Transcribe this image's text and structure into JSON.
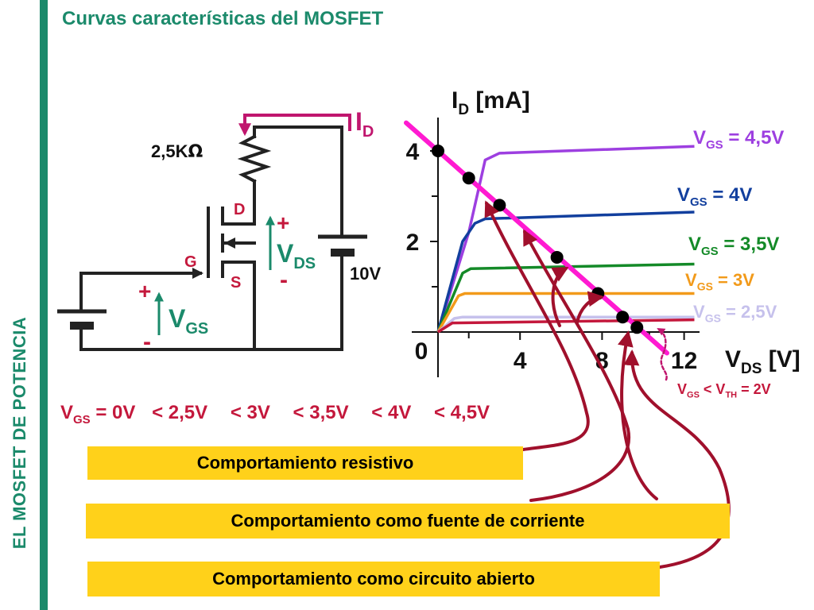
{
  "page": {
    "title": "Curvas características del MOSFET",
    "side_label": "EL MOSFET  DE POTENCIA"
  },
  "circuit": {
    "resistor": {
      "text": "2,5K",
      "unit": "Ω"
    },
    "drain_current": {
      "main": "I",
      "sub": "D"
    },
    "drain": "D",
    "gate": "G",
    "source": "S",
    "vds": {
      "plus": "+",
      "main": "V",
      "sub": "DS",
      "minus": "-"
    },
    "vgs": {
      "plus": "+",
      "main": "V",
      "sub": "GS",
      "minus": "-"
    },
    "battery": "10V"
  },
  "chart_data": {
    "type": "line",
    "ylabel": {
      "main": "I",
      "sub": "D",
      "unit": " [mA]"
    },
    "xlabel": {
      "main": "V",
      "sub": "DS",
      "unit": " [V]"
    },
    "origin_label": "0",
    "x_ticks": [
      4,
      8,
      12
    ],
    "x_tick_labels": [
      "4",
      "8",
      "12"
    ],
    "y_ticks": [
      2,
      4
    ],
    "y_tick_labels": [
      "2",
      "4"
    ],
    "xlim": [
      0,
      12
    ],
    "ylim": [
      0,
      4.8
    ],
    "series": [
      {
        "name": "VGS = 4,5V",
        "label": {
          "main": "V",
          "sub": "GS",
          "rest": " = 4,5V"
        },
        "color": "#9d3fe0",
        "x": [
          0,
          1.5,
          2.3,
          3.0,
          12.5
        ],
        "y": [
          0,
          2.2,
          3.8,
          3.95,
          4.1
        ]
      },
      {
        "name": "VGS = 4V",
        "label": {
          "main": "V",
          "sub": "GS",
          "rest": " = 4V"
        },
        "color": "#123f9e",
        "x": [
          0,
          1.2,
          1.8,
          2.3,
          12.5
        ],
        "y": [
          0,
          2.0,
          2.4,
          2.5,
          2.65
        ]
      },
      {
        "name": "VGS = 3,5V",
        "label": {
          "main": "V",
          "sub": "GS",
          "rest": " = 3,5V"
        },
        "color": "#148a28",
        "x": [
          0,
          1.2,
          1.6,
          12.5
        ],
        "y": [
          0,
          1.3,
          1.4,
          1.5
        ]
      },
      {
        "name": "VGS = 3V",
        "label": {
          "main": "V",
          "sub": "GS",
          "rest": " = 3V"
        },
        "color": "#f29a1a",
        "x": [
          0,
          1.0,
          1.3,
          12.5
        ],
        "y": [
          0,
          0.8,
          0.85,
          0.85
        ]
      },
      {
        "name": "VGS = 2,5V",
        "label": {
          "main": "V",
          "sub": "GS",
          "rest": " = 2,5V"
        },
        "color": "#c6c1ec",
        "x": [
          0,
          0.8,
          1.2,
          12.5
        ],
        "y": [
          0,
          0.3,
          0.33,
          0.33
        ]
      },
      {
        "name": "VGS < VTH = 2V",
        "label": {
          "main": "V",
          "sub": "GS",
          "rest": " < V",
          "sub2": "TH",
          "rest2": " = 2V"
        },
        "color": "#c4183c",
        "x": [
          0,
          0.7,
          12.5
        ],
        "y": [
          0,
          0.2,
          0.27
        ]
      }
    ],
    "load_line": {
      "color": "#ff1ad1",
      "x": [
        0,
        10
      ],
      "y": [
        4,
        0
      ]
    },
    "operating_points": [
      {
        "x": 0,
        "y": 4
      },
      {
        "x": 1.5,
        "y": 3.4
      },
      {
        "x": 3.0,
        "y": 2.8
      },
      {
        "x": 5.8,
        "y": 1.65
      },
      {
        "x": 7.8,
        "y": 0.85
      },
      {
        "x": 9.0,
        "y": 0.33
      },
      {
        "x": 9.7,
        "y": 0.1
      }
    ]
  },
  "inequality": {
    "first": {
      "main": "V",
      "sub": "GS",
      "rest": " = 0V"
    },
    "items": [
      "< 2,5V",
      "< 3V",
      "< 3,5V",
      "< 4V",
      "< 4,5V"
    ]
  },
  "boxes": {
    "resistive": "Comportamiento resistivo",
    "current_source": "Comportamiento como fuente de corriente",
    "open_circuit": "Comportamiento como circuito abierto"
  },
  "colors": {
    "accent_green": "#1b8a6b",
    "box_yellow": "#ffd11a",
    "arrow": "#a0102c",
    "load_line": "#ff1ad1",
    "id_arrow": "#c0166e"
  }
}
